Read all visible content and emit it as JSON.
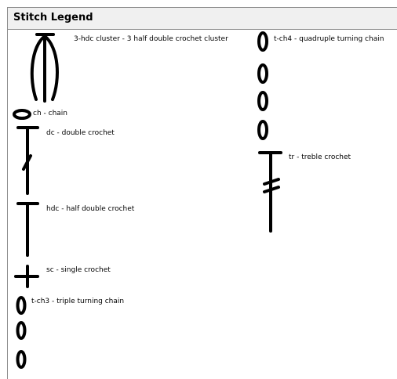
{
  "title": "Stitch Legend",
  "stitches": [
    {
      "id": "hdc3",
      "label": "3-hdc cluster - 3 half double crochet cluster"
    },
    {
      "id": "ch",
      "label": "ch - chain"
    },
    {
      "id": "dc",
      "label": "dc - double crochet"
    },
    {
      "id": "hdc",
      "label": "hdc - half double crochet"
    },
    {
      "id": "sc",
      "label": "sc - single crochet"
    },
    {
      "id": "tch3",
      "label": "t-ch3 - triple turning chain"
    },
    {
      "id": "tch4",
      "label": "t-ch4 - quadruple turning chain"
    },
    {
      "id": "tr",
      "label": "tr - treble crochet"
    }
  ]
}
